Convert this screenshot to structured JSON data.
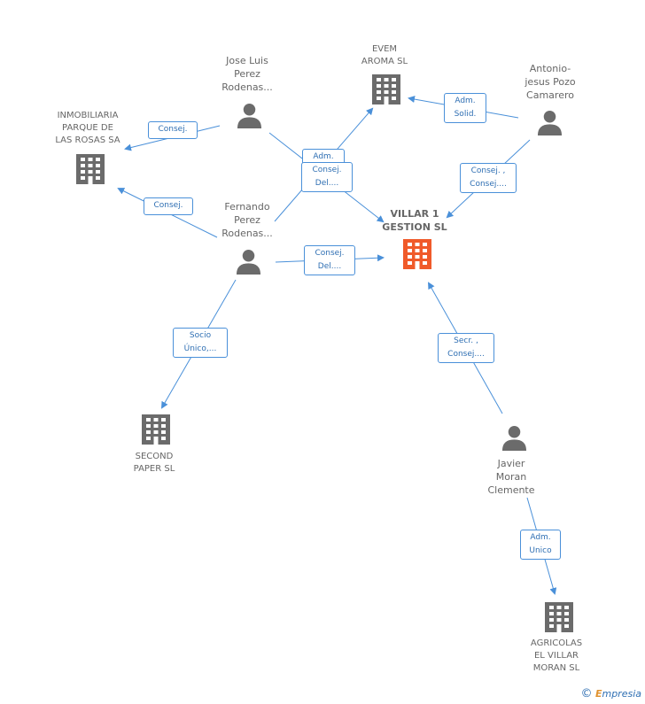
{
  "colors": {
    "edge": "#4a90d9",
    "icon": "#6b6b6b",
    "main": "#f05a2a"
  },
  "nodes": {
    "villar": {
      "label": "VILLAR 1\nGESTION SL"
    },
    "evem": {
      "label": "EVEM\nAROMA SL"
    },
    "inmobiliaria": {
      "label": "INMOBILIARIA\nPARQUE DE\nLAS ROSAS SA"
    },
    "second": {
      "label": "SECOND\nPAPER SL"
    },
    "agricolas": {
      "label": "AGRICOLAS\nEL VILLAR\nMORAN SL"
    },
    "joseluis": {
      "label": "Jose Luis\nPerez\nRodenas..."
    },
    "fernando": {
      "label": "Fernando\nPerez\nRodenas..."
    },
    "antonio": {
      "label": "Antonio-\njesus Pozo\nCamarero"
    },
    "javier": {
      "label": "Javier\nMoran\nClemente"
    }
  },
  "edges": {
    "jose_inmob": "Consej.",
    "fer_inmob": "Consej.",
    "jose_villar_a": "Adm.\nSolid.",
    "jose_villar_b": "Consej.\nDel....",
    "ant_evem": "Adm.\nSolid.",
    "ant_villar": "Consej. ,\nConsej....",
    "fer_villar": "Consej.\nDel....",
    "fer_second": "Socio\nÚnico,...",
    "jav_villar": "Secr. ,\nConsej....",
    "jav_agri": "Adm.\nUnico"
  },
  "footer": {
    "copyright": "©",
    "brand_e": "E",
    "brand_rest": "mpresia"
  }
}
